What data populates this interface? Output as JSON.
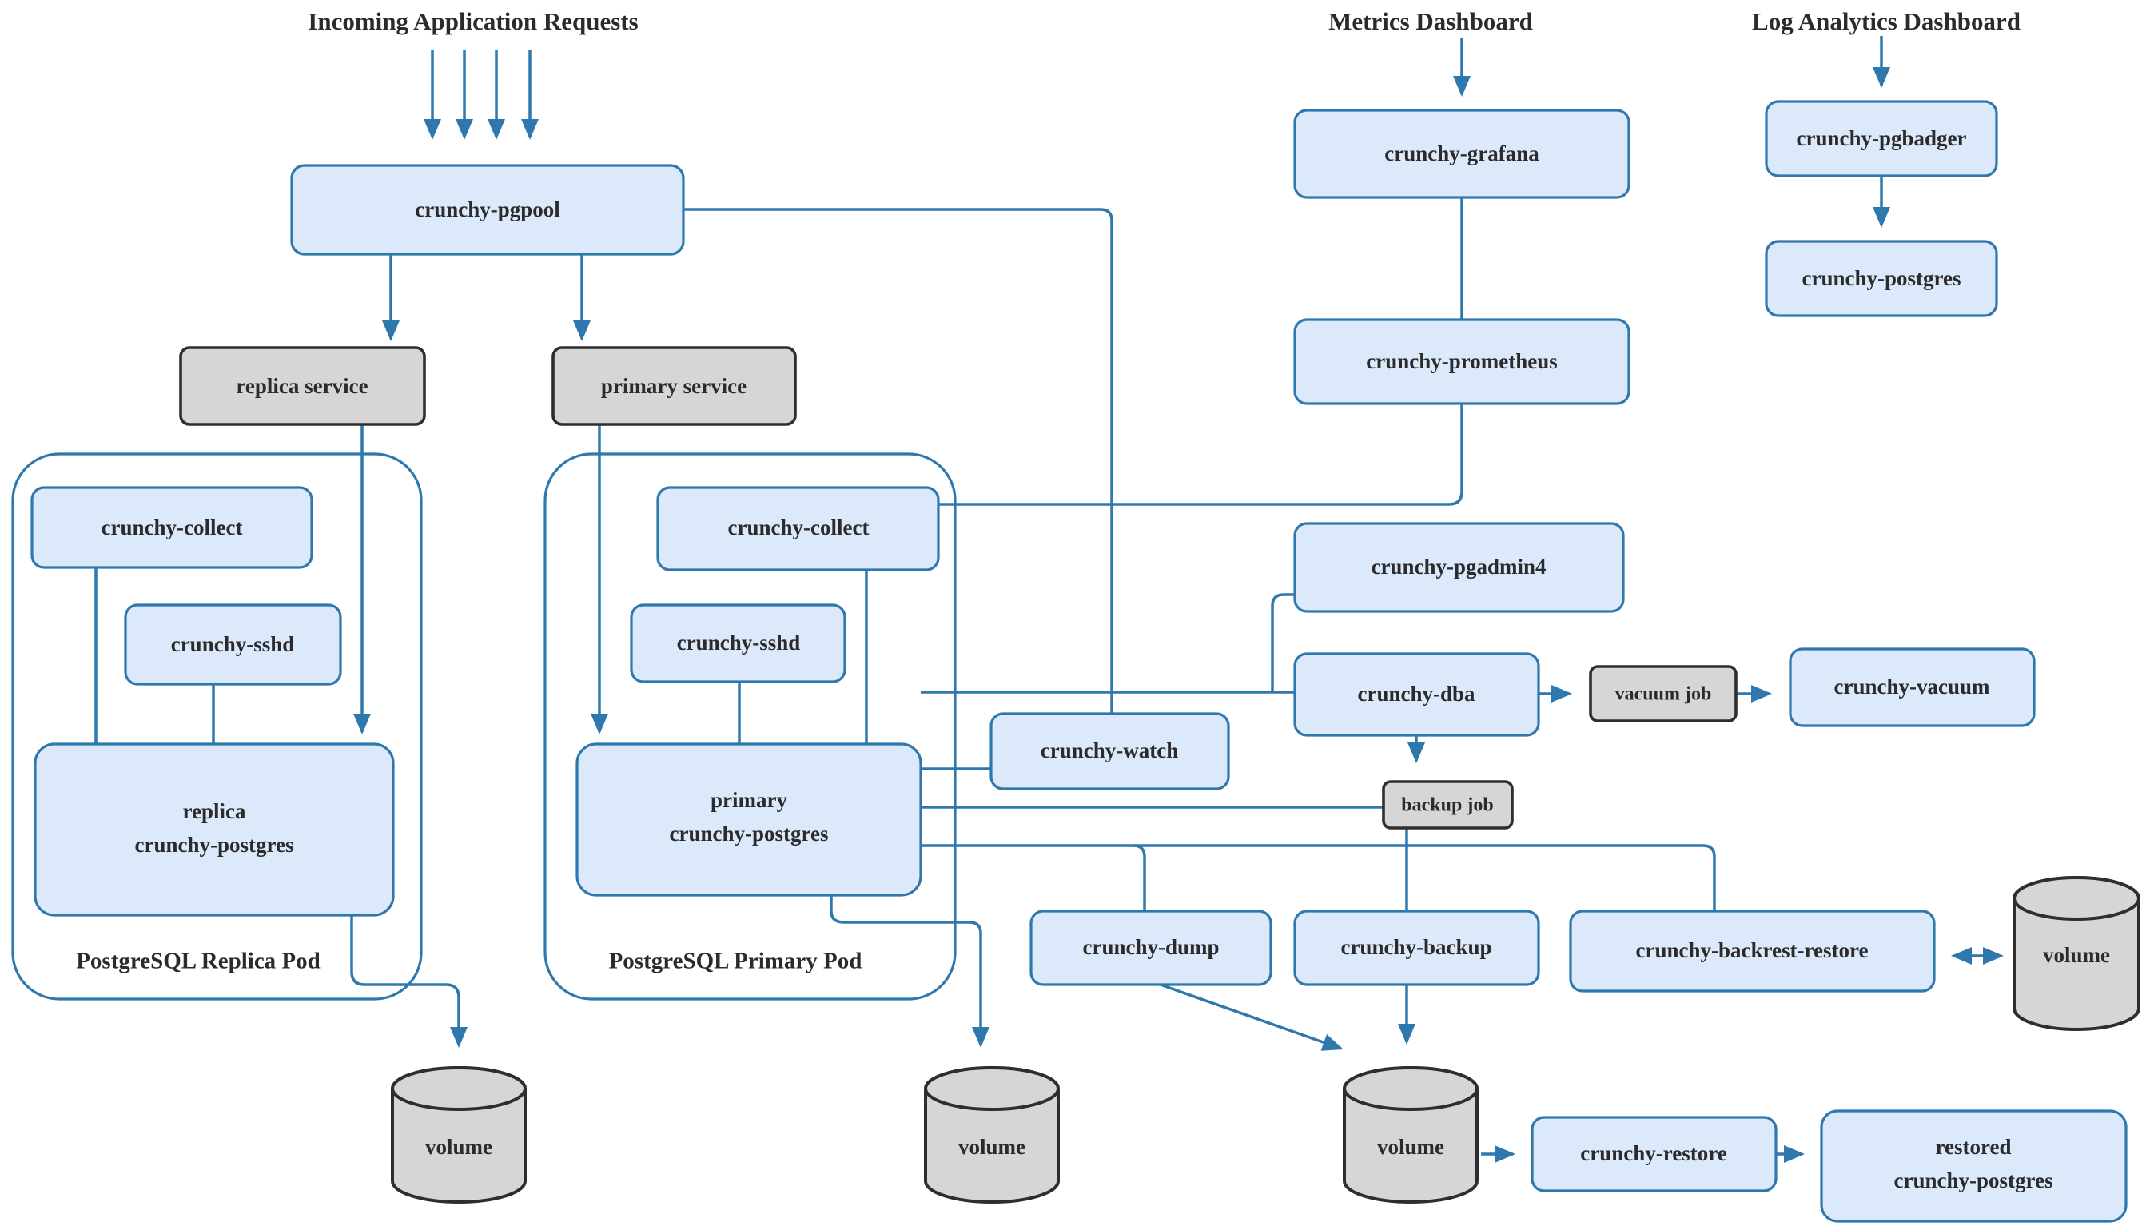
{
  "titles": {
    "incoming": "Incoming Application Requests",
    "metrics": "Metrics Dashboard",
    "logs": "Log Analytics Dashboard"
  },
  "pods": {
    "replica": "PostgreSQL Replica Pod",
    "primary": "PostgreSQL Primary Pod"
  },
  "nodes": {
    "pgpool": "crunchy-pgpool",
    "replica_service": "replica service",
    "primary_service": "primary service",
    "replica_collect": "crunchy-collect",
    "replica_sshd": "crunchy-sshd",
    "replica_postgres_line1": "replica",
    "replica_postgres_line2": "crunchy-postgres",
    "primary_collect": "crunchy-collect",
    "primary_sshd": "crunchy-sshd",
    "primary_postgres_line1": "primary",
    "primary_postgres_line2": "crunchy-postgres",
    "grafana": "crunchy-grafana",
    "prometheus": "crunchy-prometheus",
    "pgbadger": "crunchy-pgbadger",
    "log_postgres": "crunchy-postgres",
    "pgadmin4": "crunchy-pgadmin4",
    "watch": "crunchy-watch",
    "dba": "crunchy-dba",
    "vacuum_job": "vacuum job",
    "vacuum": "crunchy-vacuum",
    "backup_job": "backup job",
    "dump": "crunchy-dump",
    "backup": "crunchy-backup",
    "backrest": "crunchy-backrest-restore",
    "restore": "crunchy-restore",
    "restored_line1": "restored",
    "restored_line2": "crunchy-postgres"
  },
  "volumes": {
    "replica": "volume",
    "primary": "volume",
    "backup": "volume",
    "backrest": "volume"
  },
  "colors": {
    "background": "#ffffff",
    "node_fill": "#dbe9fb",
    "node_stroke": "#2e78ad",
    "connector": "#2e78ad",
    "gray_fill": "#d6d6d6",
    "gray_stroke": "#2e2e2e",
    "text": "#2b2b2b"
  }
}
